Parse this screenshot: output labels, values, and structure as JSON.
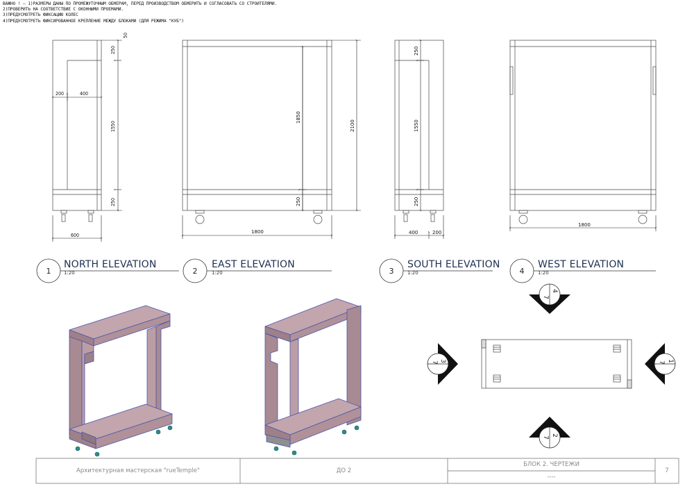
{
  "notes": [
    "ВАЖНО ! – 1)РАЗМЕРЫ ДАНЫ ПО ПРОМЕЖУТОЧНЫМ ОБМЕРАМ, ПЕРЕД ПРОИЗВОДСТВОМ ОБМЕРИТЬ И СОГЛАСОВАТЬ СО СТРОИТЕЛЯМИ.",
    "2)ПРОВЕРИТЬ НА СООТВЕТСТВИЕ С ОКОННЫМИ ПРОЕМАМИ.",
    "3)ПРЕДУСМОТРЕТЬ ФИКСАЦИЮ КОЛЕС",
    "4)ПРЕДУСМОТРЕТЬ ФИКСИРОВАННОЕ КРЕПЛЕНИЕ МЕЖДУ БЛОКАМИ (ДЛЯ РЕЖИМА \"КУБ\")"
  ],
  "views": [
    {
      "num": "1",
      "name": "NORTH ELEVATION",
      "scale": "1:20"
    },
    {
      "num": "2",
      "name": "EAST ELEVATION",
      "scale": "1:20"
    },
    {
      "num": "3",
      "name": "SOUTH ELEVATION",
      "scale": "1:20"
    },
    {
      "num": "4",
      "name": "WEST ELEVATION",
      "scale": "1:20"
    }
  ],
  "dims": {
    "north": {
      "top": "250",
      "top_small": "50",
      "left": "200",
      "mid": "400",
      "height": "1550",
      "bottom": "250",
      "width": "600"
    },
    "east": {
      "inner": "1850",
      "total": "2100",
      "bottom": "250",
      "width": "1800"
    },
    "south": {
      "top": "250",
      "height": "1550",
      "bottom": "250",
      "left": "400",
      "right": "200"
    },
    "west": {
      "width": "1800"
    }
  },
  "markers": {
    "top": {
      "num": "4",
      "sheet": "7"
    },
    "left": {
      "num": "3",
      "sheet": "7"
    },
    "right": {
      "num": "1",
      "sheet": "7"
    },
    "bottom": {
      "num": "2",
      "sheet": "7"
    }
  },
  "title_block": {
    "studio": "Архитектурная мастерская \"rueTemple\"",
    "stage": "ДО 2",
    "sheet_title": "БЛОК 2. ЧЕРТЕЖИ",
    "sheet_sub": "----",
    "sheet_num": "7"
  },
  "colors": {
    "line": "#333333",
    "title": "#1e2f4f",
    "panel": "#b89aa3",
    "edge": "#4b55a8"
  }
}
